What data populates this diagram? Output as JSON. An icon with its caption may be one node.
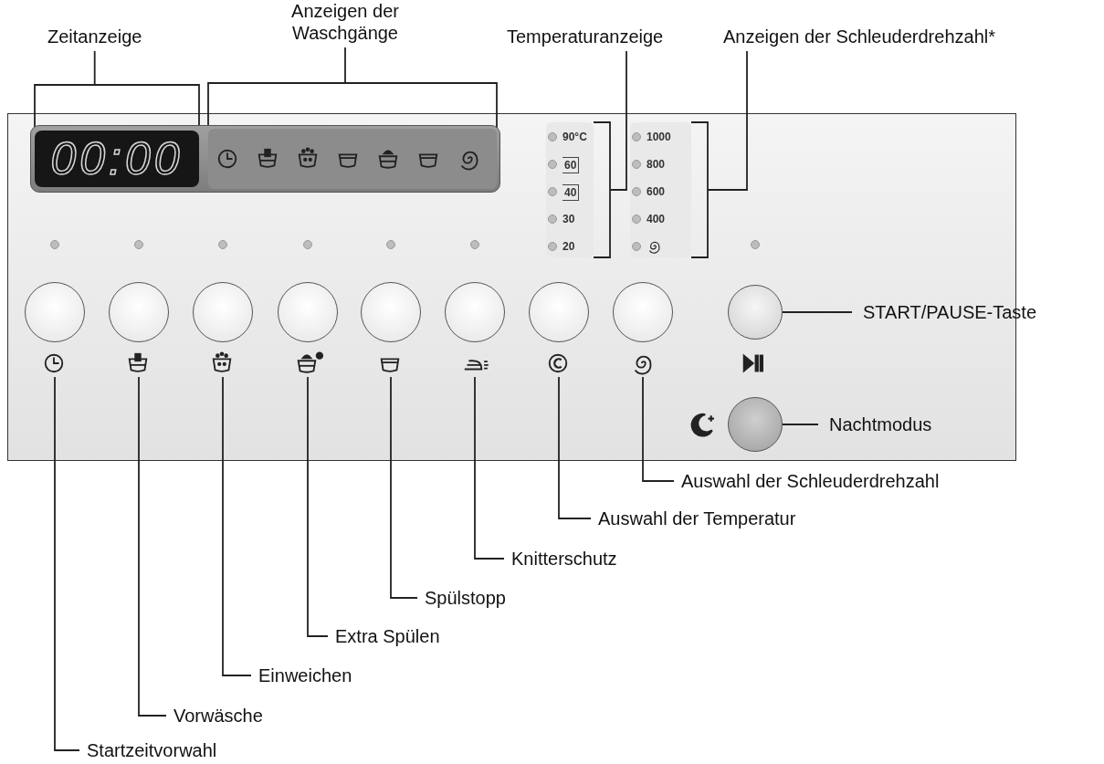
{
  "diagram": {
    "nodes": [
      {
        "text": [
          "Zeitanzeige"
        ]
      },
      {
        "text": [
          "00:00"
        ]
      },
      {
        "text": [
          "Anzeigen der Waschgänge"
        ]
      },
      {
        "text": [],
        "shape": "box"
      },
      {
        "text": [
          "Temperaturanzeige"
        ]
      },
      {
        "text": [],
        "shape": "box"
      },
      {
        "text": [
          "Anzeigen der Schleuderdrehzahl*"
        ]
      },
      {
        "text": [],
        "shape": "box"
      },
      {
        "text": [
          "START/PAUSE-Taste"
        ]
      },
      {
        "text": [],
        "shape": "circle"
      },
      {
        "text": [
          "Nachtmodus"
        ]
      },
      {
        "text": [],
        "shape": "circle"
      },
      {
        "text": [
          "Auswahl der Schleuderdrehzahl"
        ]
      },
      {
        "text": [],
        "shape": "circle"
      },
      {
        "text": [
          "Auswahl der Temperatur"
        ]
      },
      {
        "text": [],
        "shape": "circle"
      },
      {
        "text": [
          "Knitterschutz"
        ]
      },
      {
        "text": [],
        "shape": "circle"
      },
      {
        "text": [
          "Spülstopp"
        ]
      },
      {
        "text": [],
        "shape": "circle"
      },
      {
        "text": [
          "Extra Spülen"
        ]
      },
      {
        "text": [],
        "shape": "circle"
      },
      {
        "text": [
          "Einweichen"
        ]
      },
      {
        "text": [],
        "shape": "circle"
      },
      {
        "text": [
          "Vorwäsche"
        ]
      },
      {
        "text": [],
        "shape": "circle"
      },
      {
        "text": [
          "Startzeitvorwahl"
        ]
      },
      {
        "text": [],
        "shape": "circle"
      }
    ],
    "edges": [
      {
        "from": 0,
        "to": 1,
        "arrow": "none"
      },
      {
        "from": 2,
        "to": 3,
        "arrow": "none"
      },
      {
        "from": 4,
        "to": 5,
        "arrow": "none"
      },
      {
        "from": 6,
        "to": 7,
        "arrow": "none"
      },
      {
        "from": 8,
        "to": 9,
        "arrow": "none"
      },
      {
        "from": 10,
        "to": 11,
        "arrow": "none"
      },
      {
        "from": 12,
        "to": 13,
        "arrow": "none"
      },
      {
        "from": 14,
        "to": 15,
        "arrow": "none"
      },
      {
        "from": 16,
        "to": 17,
        "arrow": "none"
      },
      {
        "from": 18,
        "to": 19,
        "arrow": "none"
      },
      {
        "from": 20,
        "to": 21,
        "arrow": "none"
      },
      {
        "from": 22,
        "to": 23,
        "arrow": "none"
      },
      {
        "from": 24,
        "to": 25,
        "arrow": "none"
      },
      {
        "from": 26,
        "to": 27,
        "arrow": "none"
      }
    ],
    "labels": [
      "90°C",
      "1000",
      "60",
      "800",
      "40",
      "600",
      "30",
      "400",
      "20"
    ]
  }
}
